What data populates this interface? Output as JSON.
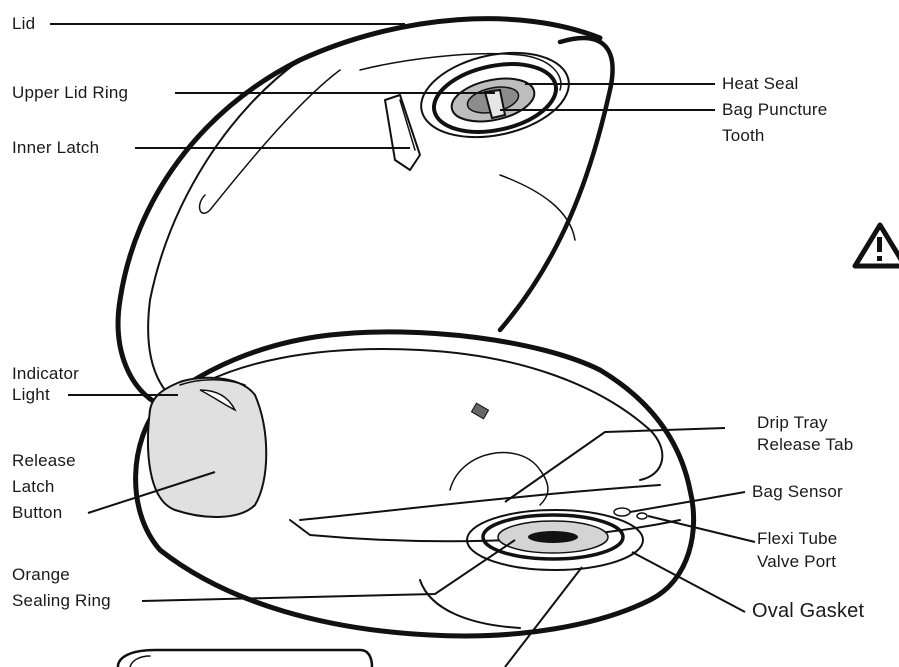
{
  "labels": {
    "lid": "Lid",
    "upper_lid_ring": "Upper Lid Ring",
    "inner_latch": "Inner Latch",
    "indicator_light_1": "Indicator",
    "indicator_light_2": "Light",
    "release_latch_1": "Release",
    "release_latch_2": "Latch",
    "release_latch_3": "Button",
    "orange_sealing_ring_1": "Orange",
    "orange_sealing_ring_2": "Sealing Ring",
    "heat_seal": "Heat Seal",
    "bag_puncture_tooth_1": "Bag Puncture",
    "bag_puncture_tooth_2": "Tooth",
    "drip_tray_release_tab_1": "Drip Tray",
    "drip_tray_release_tab_2": "Release Tab",
    "bag_sensor": "Bag Sensor",
    "flexi_tube_valve_port_1": "Flexi Tube",
    "flexi_tube_valve_port_2": "Valve Port",
    "oval_gasket": "Oval Gasket"
  },
  "icons": [
    "warning-triangle-icon"
  ],
  "colors": {
    "line": "#111111",
    "background": "#ffffff"
  }
}
